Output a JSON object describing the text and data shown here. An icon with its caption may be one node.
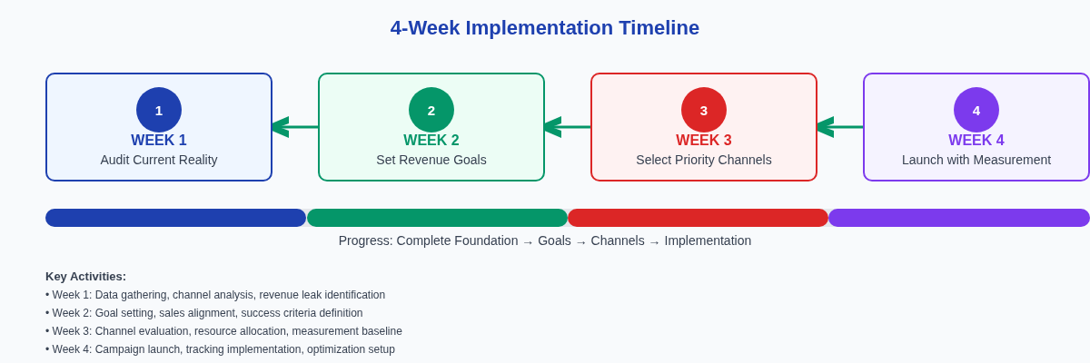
{
  "diagram": {
    "title": "4-Week Implementation Timeline",
    "nodes": [
      {
        "text": [
          "WEEK 1",
          "Audit Current Reality"
        ]
      },
      {
        "text": [
          "1"
        ],
        "in": 0
      },
      {
        "text": [
          "WEEK 2",
          "Set Revenue Goals"
        ]
      },
      {
        "text": [
          "2"
        ],
        "in": 2
      },
      {
        "text": [
          "WEEK 3",
          "Select Priority Channels"
        ]
      },
      {
        "text": [
          "3"
        ],
        "in": 4
      },
      {
        "text": [
          "WEEK 4",
          "Launch with Measurement"
        ]
      },
      {
        "text": [
          "4"
        ],
        "in": 6
      }
    ],
    "edges": [
      {
        "from": 2,
        "to": 0,
        "arrow": "to"
      },
      {
        "from": 4,
        "to": 2,
        "arrow": "to"
      },
      {
        "from": 6,
        "to": 4,
        "arrow": "to"
      }
    ],
    "labels": [
      "Progress: Complete Foundation → Goals → Channels → Implementation",
      "Key Activities:",
      "• Week 1: Data gathering, channel analysis, revenue leak identification",
      "• Week 2: Goal setting, sales alignment, success criteria definition",
      "• Week 3: Channel evaluation, resource allocation, measurement baseline",
      "• Week 4: Campaign launch, tracking implementation, optimization setup"
    ]
  }
}
